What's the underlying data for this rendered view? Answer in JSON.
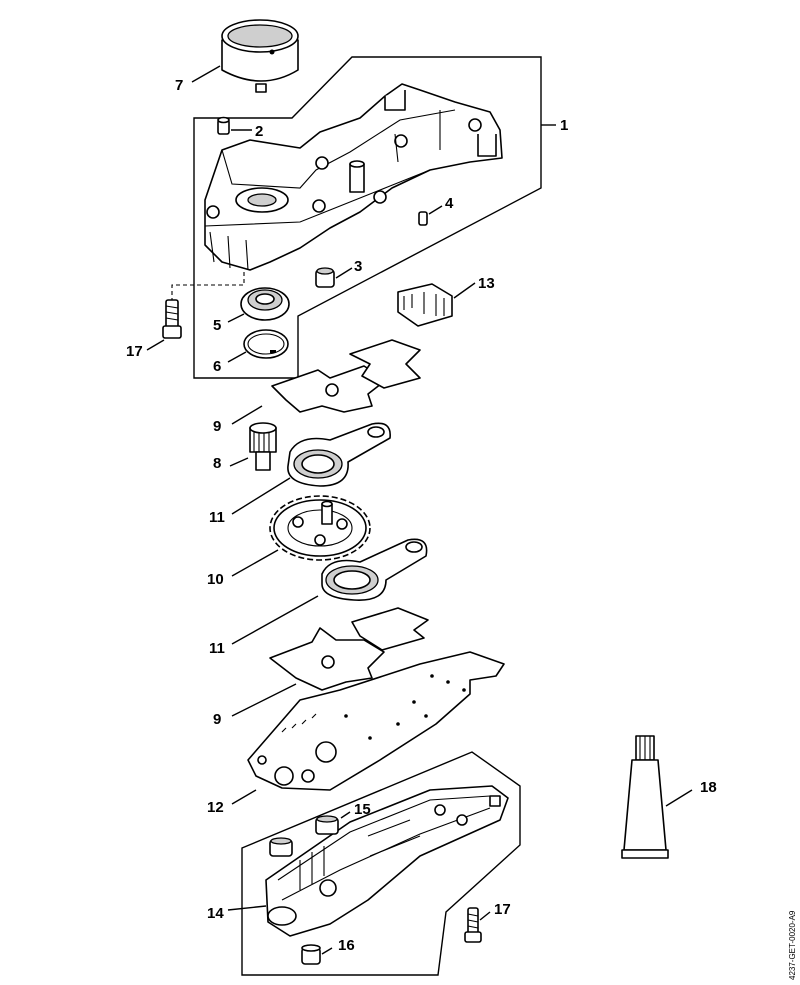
{
  "drawing_code": "4237-GET-0020-A9",
  "callouts": {
    "p1": "1",
    "p2": "2",
    "p3": "3",
    "p4": "4",
    "p5": "5",
    "p6": "6",
    "p7": "7",
    "p8": "8",
    "p9a": "9",
    "p9b": "9",
    "p10": "10",
    "p11a": "11",
    "p11b": "11",
    "p12": "12",
    "p13": "13",
    "p14": "14",
    "p15": "15",
    "p16": "16",
    "p17a": "17",
    "p17b": "17",
    "p18": "18"
  }
}
